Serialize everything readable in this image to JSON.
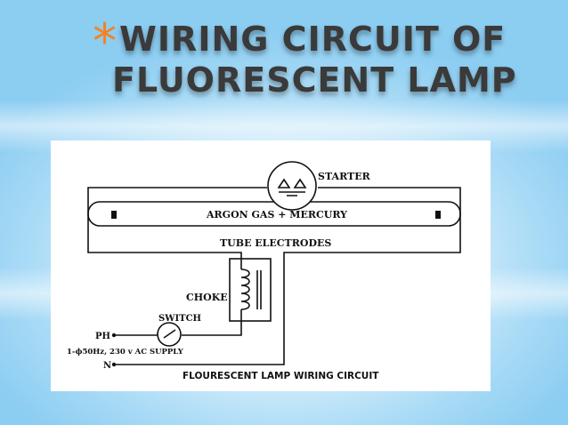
{
  "slide": {
    "bullet": "*",
    "title_line1": "WIRING CIRCUIT OF",
    "title_line2": "FLUORESCENT LAMP"
  },
  "diagram": {
    "starter": "STARTER",
    "gas": "ARGON GAS + MERCURY",
    "electrodes": "TUBE ELECTRODES",
    "choke": "CHOKE",
    "switch": "SWITCH",
    "phase": "PH",
    "neutral": "N",
    "supply": "1-ϕ50Hz, 230 v AC SUPPLY",
    "caption": "FLOURESCENT LAMP WIRING CIRCUIT"
  },
  "colors": {
    "bullet": "#f58220",
    "title": "#3a3a3a",
    "background": "#a9dbf6"
  }
}
